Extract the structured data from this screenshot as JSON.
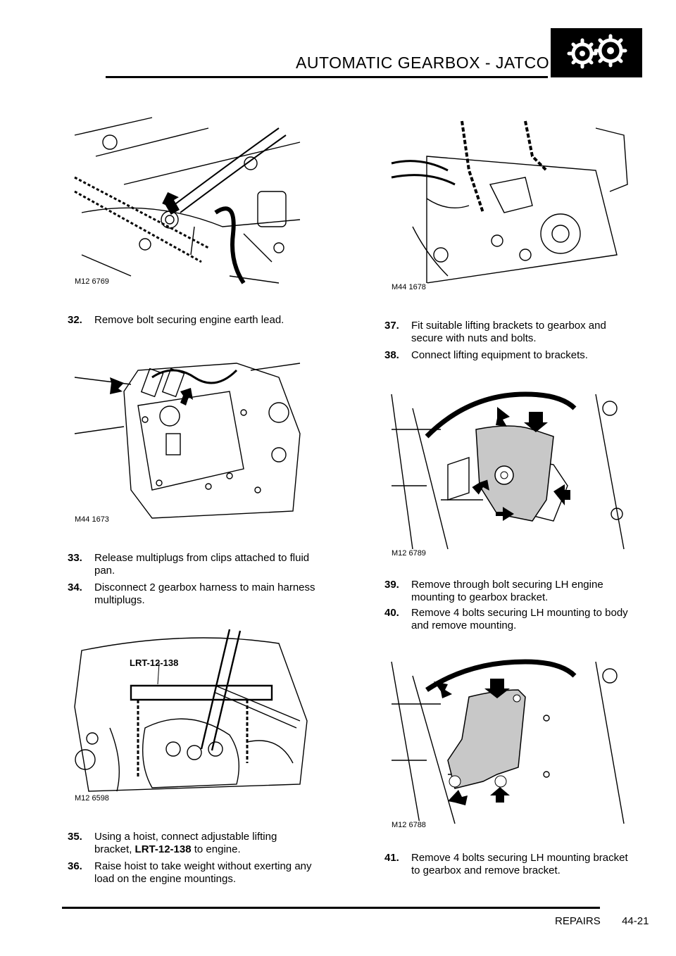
{
  "header": {
    "title": "AUTOMATIC GEARBOX - JATCO",
    "logo_icon": "gears-icon"
  },
  "figures": {
    "f1": "M12 6769",
    "f2": "M44 1673",
    "f3": "M12 6598",
    "f3_label": "LRT-12-138",
    "f4": "M44 1678",
    "f5": "M12 6789",
    "f6": "M12 6788"
  },
  "steps": {
    "s32": {
      "num": "32.",
      "text": "Remove bolt securing engine earth lead."
    },
    "s33": {
      "num": "33.",
      "l1": "Release multiplugs from clips attached to fluid",
      "l2": "pan."
    },
    "s34": {
      "num": "34.",
      "l1": "Disconnect 2 gearbox harness to main harness",
      "l2": "multiplugs."
    },
    "s35": {
      "num": "35.",
      "l1": "Using a hoist, connect adjustable lifting",
      "l2a": "bracket, ",
      "tool": "LRT-12-138",
      "l2b": " to engine."
    },
    "s36": {
      "num": "36.",
      "l1": "Raise hoist to take weight without exerting any",
      "l2": "load on the engine mountings."
    },
    "s37": {
      "num": "37.",
      "l1": "Fit suitable lifting brackets to gearbox and",
      "l2": "secure with nuts and bolts."
    },
    "s38": {
      "num": "38.",
      "text": "Connect lifting equipment to brackets."
    },
    "s39": {
      "num": "39.",
      "l1": "Remove through bolt securing LH engine",
      "l2": "mounting to gearbox bracket."
    },
    "s40": {
      "num": "40.",
      "l1": "Remove 4 bolts securing LH mounting to body",
      "l2": "and remove mounting."
    },
    "s41": {
      "num": "41.",
      "l1": "Remove 4 bolts securing LH mounting bracket",
      "l2": "to gearbox and remove bracket."
    }
  },
  "footer": {
    "section": "REPAIRS",
    "page": "44-21"
  }
}
